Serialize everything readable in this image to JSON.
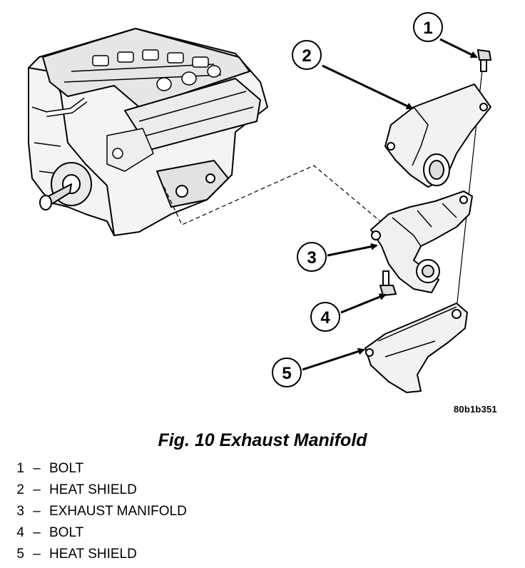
{
  "figure": {
    "image_code": "80b1b351",
    "caption": "Fig. 10 Exhaust Manifold"
  },
  "callouts": [
    "1",
    "2",
    "3",
    "4",
    "5"
  ],
  "legend": [
    {
      "num": "1",
      "dash": "–",
      "label": "BOLT"
    },
    {
      "num": "2",
      "dash": "–",
      "label": "HEAT SHIELD"
    },
    {
      "num": "3",
      "dash": "–",
      "label": "EXHAUST MANIFOLD"
    },
    {
      "num": "4",
      "dash": "–",
      "label": "BOLT"
    },
    {
      "num": "5",
      "dash": "–",
      "label": "HEAT SHIELD"
    }
  ]
}
